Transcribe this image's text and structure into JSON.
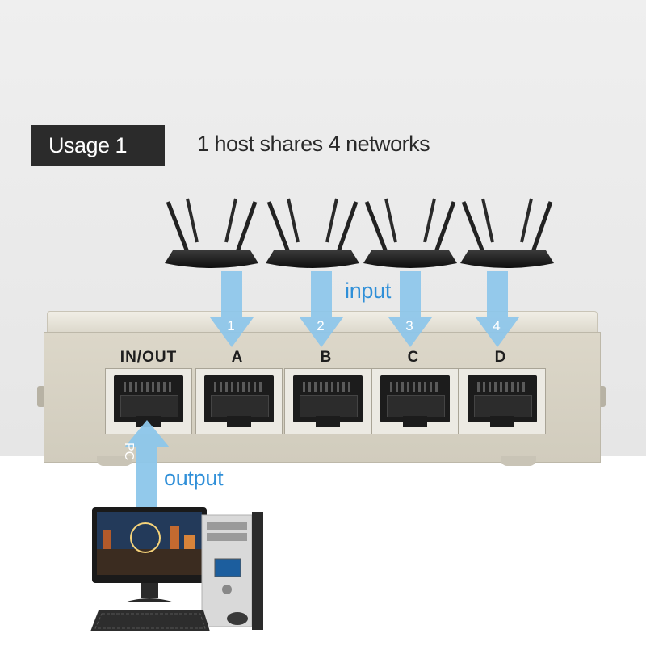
{
  "header": {
    "badge_text": "Usage 1",
    "subtitle": "1 host shares 4 networks"
  },
  "labels": {
    "input": "input",
    "output": "output",
    "pc_arrow": "PC"
  },
  "ports": [
    {
      "label": "IN/OUT"
    },
    {
      "label": "A",
      "arrow_number": "1"
    },
    {
      "label": "B",
      "arrow_number": "2"
    },
    {
      "label": "C",
      "arrow_number": "3"
    },
    {
      "label": "D",
      "arrow_number": "4"
    }
  ],
  "colors": {
    "arrow": "#8cc6ea",
    "accent_text": "#2f8fd8",
    "badge_bg": "#2b2b2b",
    "switch_body": "#d6d1c3"
  },
  "icons": [
    "router-icon",
    "ethernet-port-icon",
    "monitor-icon",
    "pc-tower-icon",
    "keyboard-icon",
    "mouse-icon"
  ]
}
